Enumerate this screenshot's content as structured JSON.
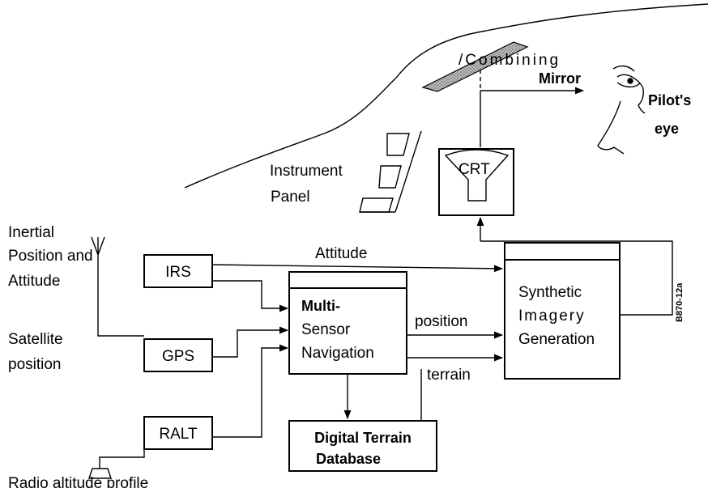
{
  "labels": {
    "combining": "/Combining",
    "mirror": "Mirror",
    "pilots": "Pilot's",
    "eye": "eye",
    "instrument": "Instrument",
    "panel": "Panel",
    "crt": "CRT",
    "inertial": "Inertial",
    "position_and": "Position and",
    "attitude_src": "Attitude",
    "attitude_arrow": "Attitude",
    "satellite": "Satellite",
    "sat_position": "position",
    "radio_profile": "Radio altitude profile",
    "position_arrow": "position",
    "terrain_arrow": "terrain",
    "fig_id": "B870-12a"
  },
  "blocks": {
    "irs": "IRS",
    "gps": "GPS",
    "ralt": "RALT",
    "msn_1": "Multi-",
    "msn_2": "Sensor",
    "msn_3": "Navigation",
    "sig_1": "Synthetic",
    "sig_2": "Imagery",
    "sig_3": "Generation",
    "dtd_1": "Digital Terrain",
    "dtd_2": "Database"
  }
}
